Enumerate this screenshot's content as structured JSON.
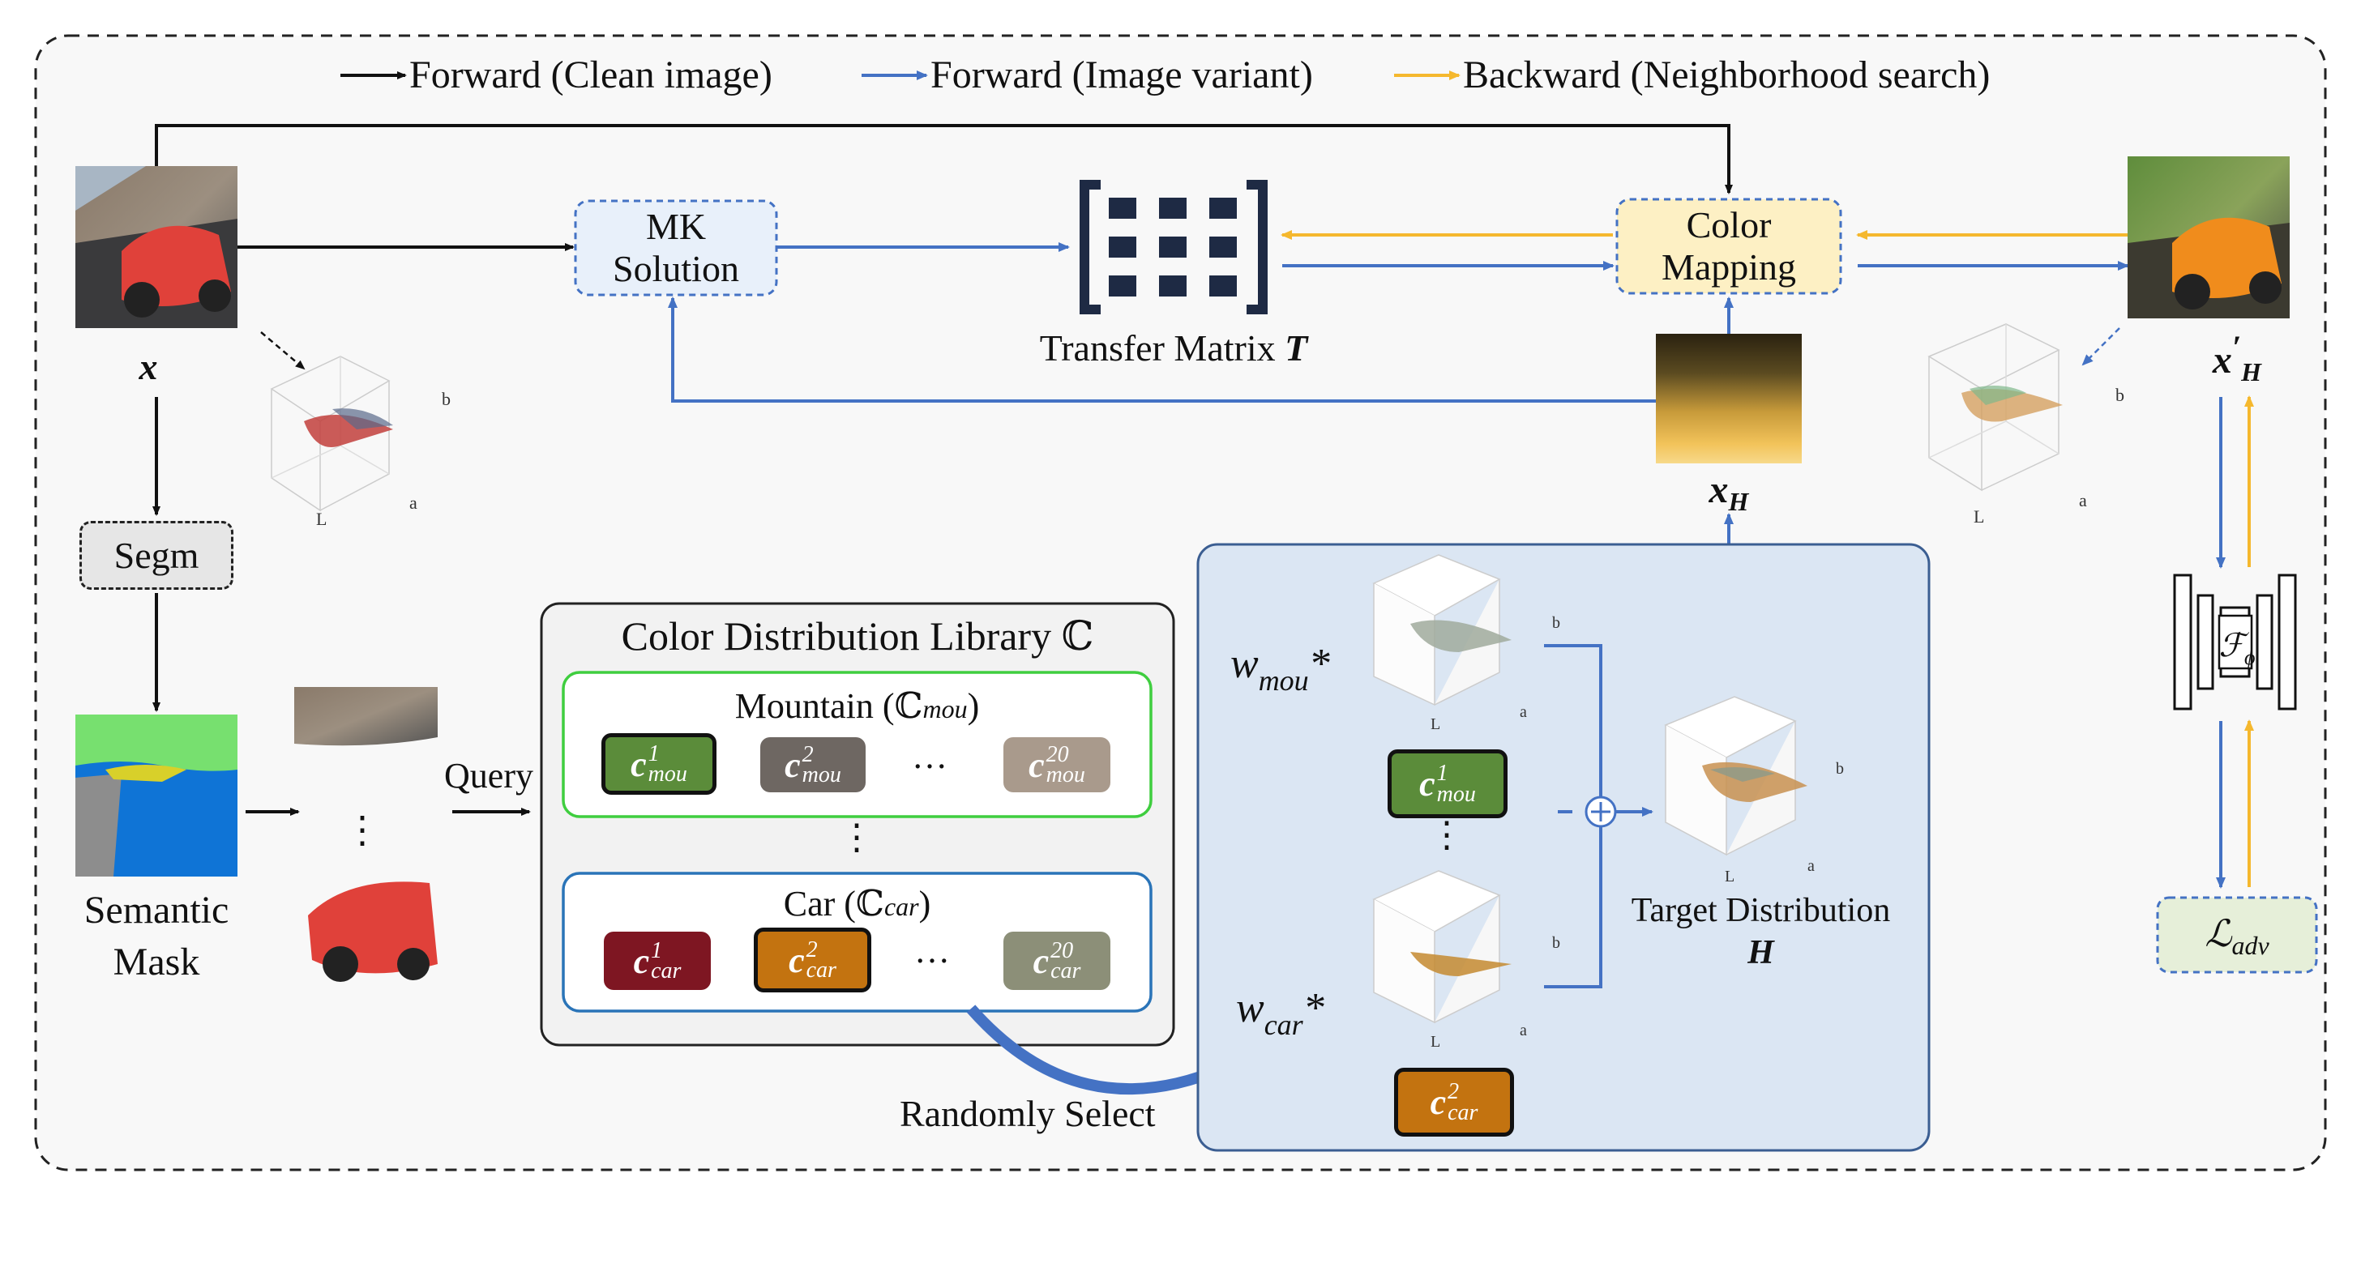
{
  "legend": {
    "forward_clean": "Forward (Clean image)",
    "forward_variant": "Forward (Image variant)",
    "backward": "Backward (Neighborhood search)"
  },
  "colors": {
    "forward_clean": "#111111",
    "forward_variant": "#4472c4",
    "backward": "#f5b82e"
  },
  "input": {
    "label": "x",
    "icon": "car-image"
  },
  "segm": {
    "label": "Segm"
  },
  "semantic_mask": {
    "label_line1": "Semantic",
    "label_line2": "Mask"
  },
  "query_label": "Query",
  "mk_solution": {
    "line1": "MK",
    "line2": "Solution"
  },
  "transfer_matrix": {
    "label": "Transfer Matrix",
    "symbol": "T"
  },
  "color_mapping": {
    "line1": "Color",
    "line2": "Mapping"
  },
  "output": {
    "label": "x",
    "sub": "H",
    "prime": "′"
  },
  "xh": {
    "label": "x",
    "sub": "H"
  },
  "library": {
    "title": "Color Distribution Library ℂ",
    "mountain": {
      "title": "Mountain (ℂ",
      "sub": "mou",
      "close": ")",
      "ellipsis": "…",
      "chips": [
        {
          "sup": "1",
          "sub": "mou",
          "color": "#5b8c3a"
        },
        {
          "sup": "2",
          "sub": "mou",
          "color": "#6e6762"
        },
        {
          "sup": "20",
          "sub": "mou",
          "color": "#a99a8c"
        }
      ]
    },
    "car": {
      "title": "Car (ℂ",
      "sub": "car",
      "close": ")",
      "ellipsis": "…",
      "chips": [
        {
          "sup": "1",
          "sub": "car",
          "color": "#7e1622"
        },
        {
          "sup": "2",
          "sub": "car",
          "color": "#c37310"
        },
        {
          "sup": "20",
          "sub": "car",
          "color": "#8c8f78"
        }
      ]
    },
    "vdots": "⋮"
  },
  "random_select": "Randomly Select",
  "weights": {
    "mou": {
      "w": "w",
      "sub": "mou",
      "star": "*"
    },
    "car": {
      "w": "w",
      "sub": "car",
      "star": "*"
    },
    "chip_mou": {
      "sup": "1",
      "sub": "mou",
      "color": "#5b8c3a"
    },
    "chip_car": {
      "sup": "2",
      "sub": "car",
      "color": "#c37310"
    }
  },
  "target": {
    "label": "Target Distribution",
    "symbol": "H"
  },
  "classifier": {
    "symbol": "ℱ",
    "sub": "ϕ"
  },
  "loss": {
    "symbol": "ℒ",
    "sub": "adv"
  },
  "plot_axes": {
    "b": "b",
    "a": "a",
    "L": "L"
  }
}
